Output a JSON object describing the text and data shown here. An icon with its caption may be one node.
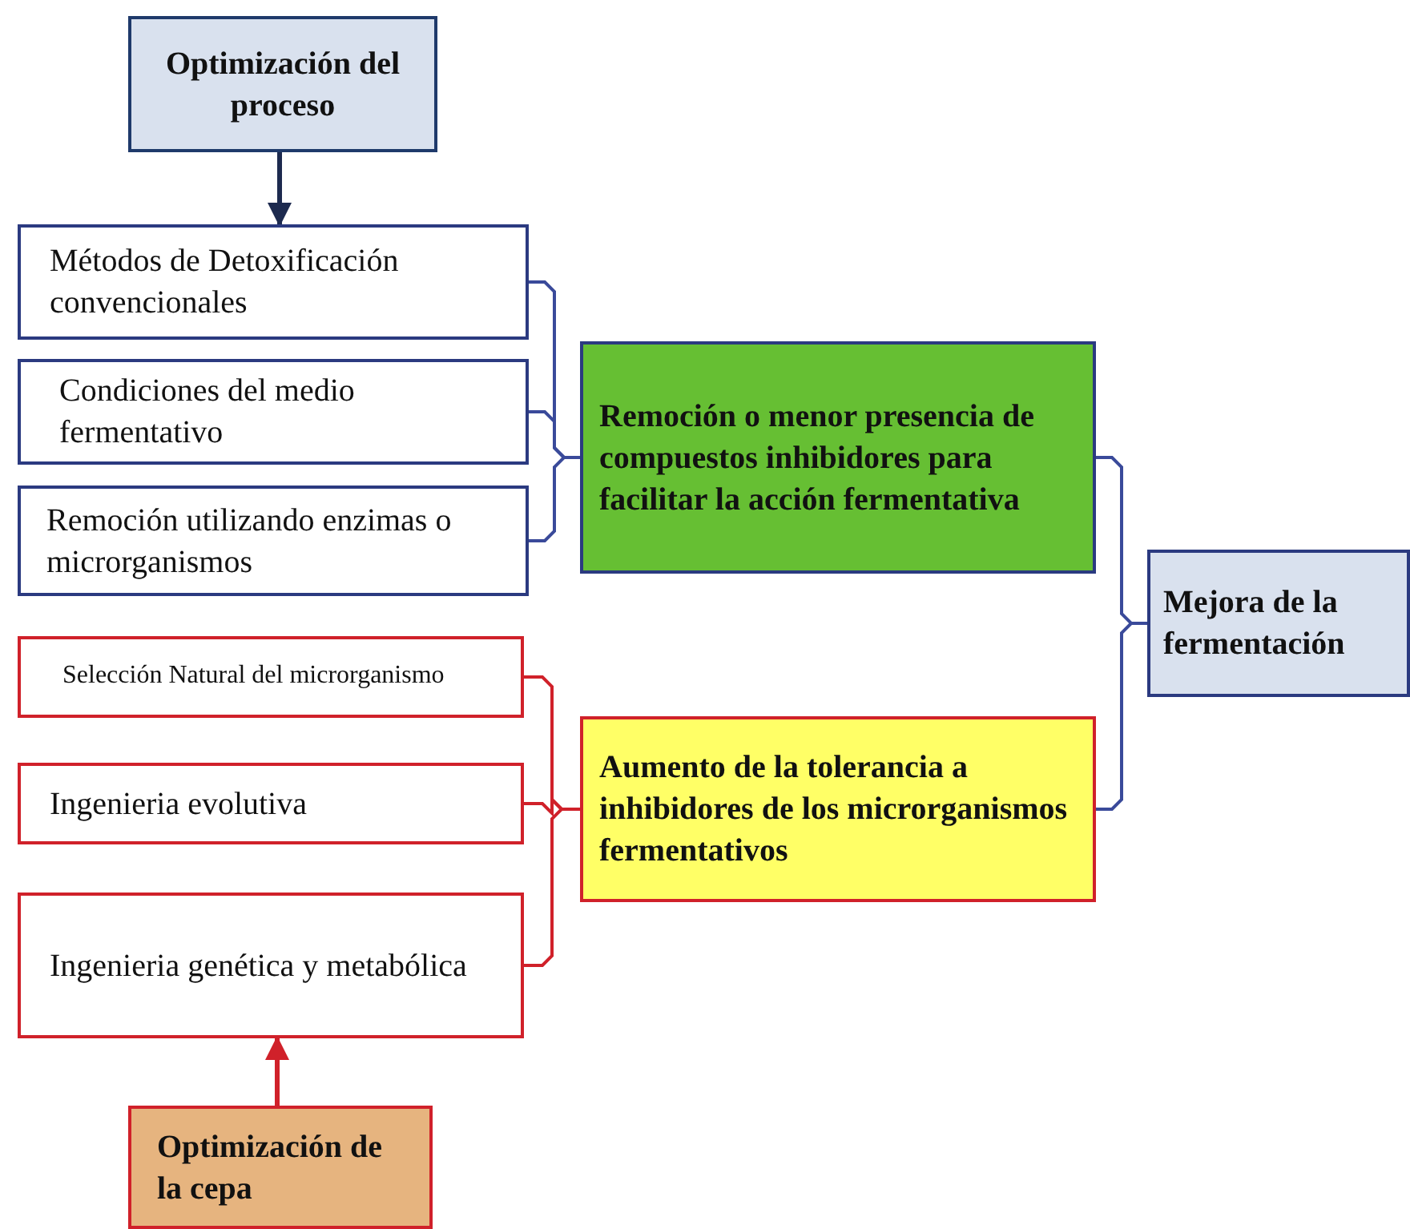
{
  "diagram": {
    "nodes": [
      {
        "text": [
          "Optimización del proceso"
        ]
      },
      {
        "text": [
          "Métodos de Detoxificación convencionales"
        ]
      },
      {
        "text": [
          "Condiciones del medio fermentativo"
        ]
      },
      {
        "text": [
          "Remoción utilizando enzimas o microrganismos"
        ]
      },
      {
        "text": [
          "Remoción o menor presencia de compuestos inhibidores para facilitar la acción fermentativa"
        ]
      },
      {
        "text": [
          "Selección Natural del microrganismo"
        ]
      },
      {
        "text": [
          "Ingenieria evolutiva"
        ]
      },
      {
        "text": [
          "Ingenieria genética y metabólica"
        ]
      },
      {
        "text": [
          "Aumento de la tolerancia a inhibidores de los microrganismos fermentativos"
        ]
      },
      {
        "text": [
          "Mejora de la fermentación"
        ]
      },
      {
        "text": [
          "Optimización de la cepa"
        ]
      }
    ],
    "edges": [
      {
        "from": 0,
        "to": 1,
        "arrow": "to"
      },
      {
        "from": 1,
        "to": 4,
        "arrow": "none"
      },
      {
        "from": 2,
        "to": 4,
        "arrow": "none"
      },
      {
        "from": 3,
        "to": 4,
        "arrow": "none"
      },
      {
        "from": 5,
        "to": 8,
        "arrow": "none",
        "color": "#d0212a"
      },
      {
        "from": 6,
        "to": 8,
        "arrow": "none",
        "color": "#d0212a"
      },
      {
        "from": 7,
        "to": 8,
        "arrow": "none",
        "color": "#d0212a"
      },
      {
        "from": 4,
        "to": 9,
        "arrow": "none"
      },
      {
        "from": 8,
        "to": 9,
        "arrow": "none"
      },
      {
        "from": 10,
        "to": 7,
        "arrow": "to",
        "color": "#d0212a"
      }
    ]
  }
}
